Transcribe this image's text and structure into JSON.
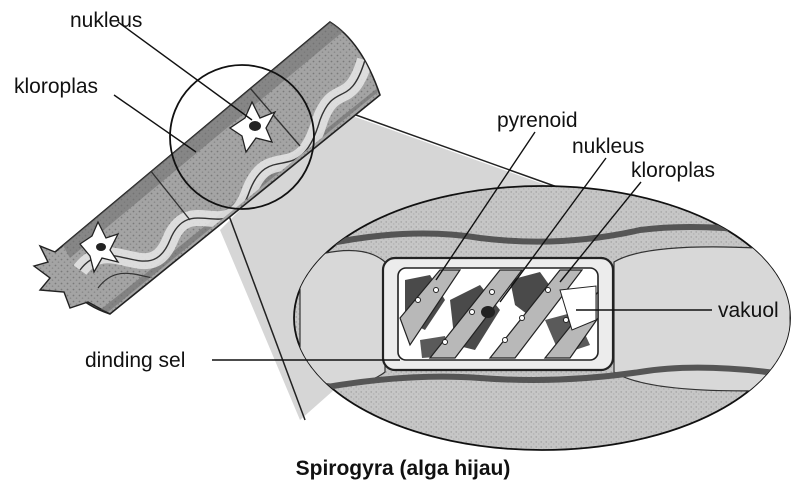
{
  "labels": {
    "nukleus_top": "nukleus",
    "kloroplas_left": "kloroplas",
    "pyrenoid": "pyrenoid",
    "nukleus_inset": "nukleus",
    "kloroplas_inset": "kloroplas",
    "vakuol": "vakuol",
    "dinding_sel": "dinding sel"
  },
  "caption": "Spirogyra (alga hijau)",
  "colors": {
    "ink": "#111111",
    "filament_gray": "#9a9a9a",
    "shadow_gray": "#6e6e6e",
    "inset_bg": "#c4c4c4",
    "cell_dark": "#4a4a4a",
    "chloroplast_band": "#b8b8b8"
  }
}
